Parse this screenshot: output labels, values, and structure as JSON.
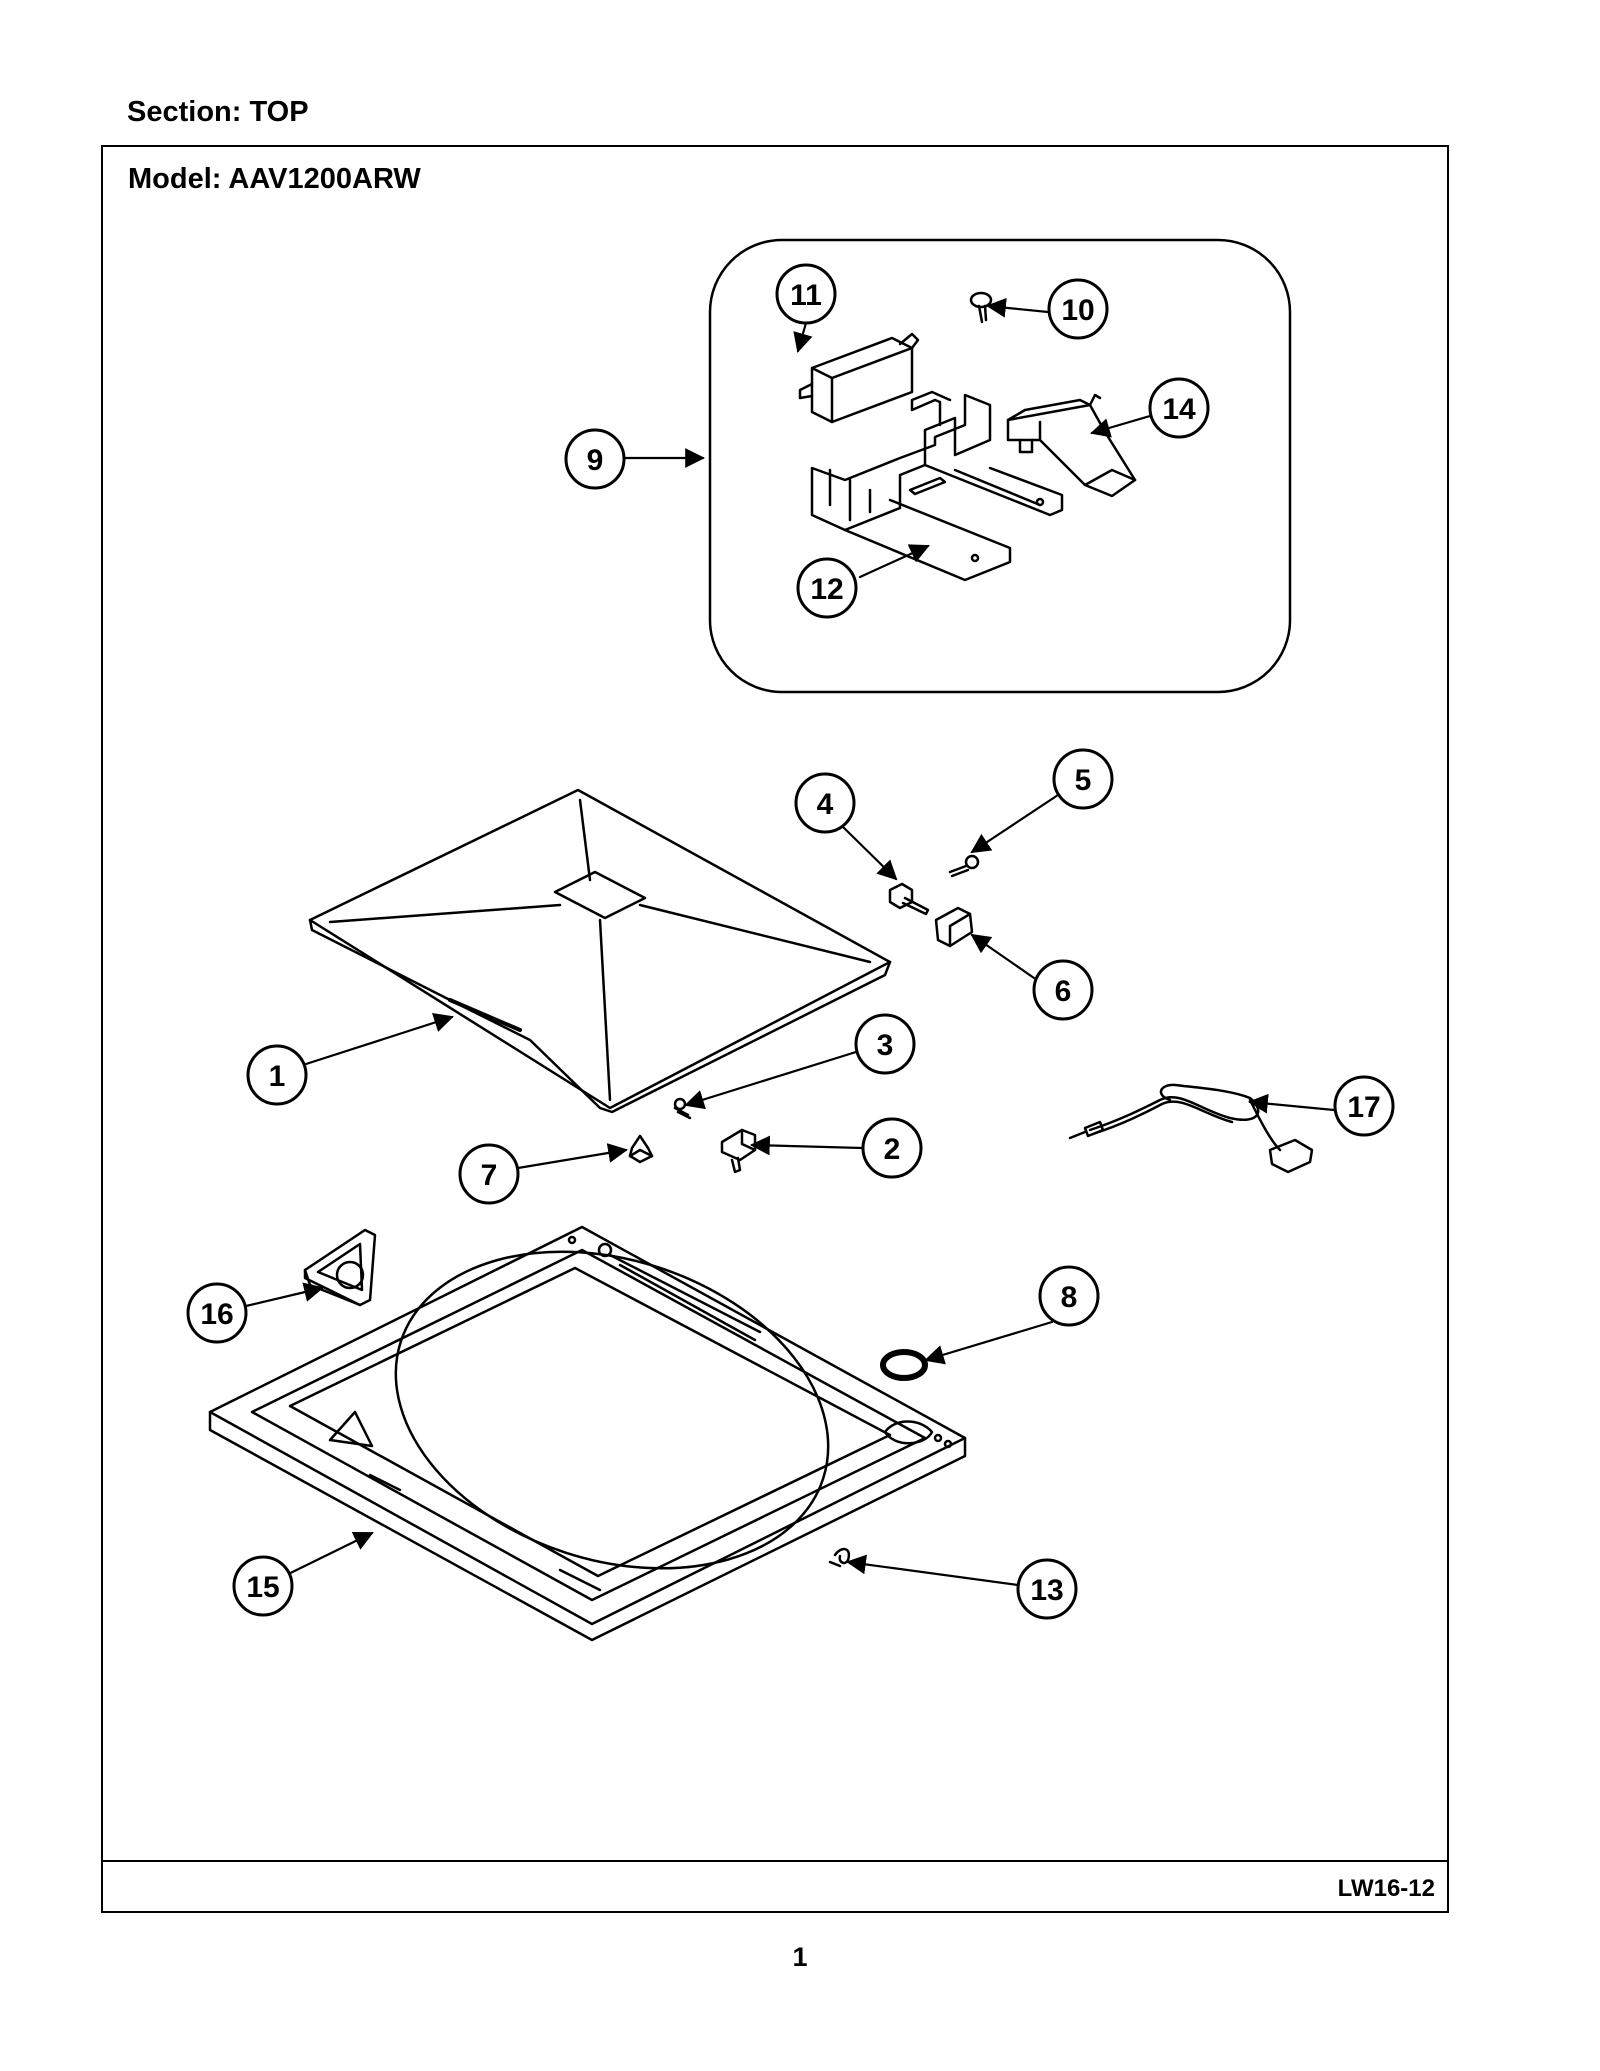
{
  "header": {
    "section": "Section:  TOP"
  },
  "frame": {
    "model": "Model:  AAV1200ARW",
    "doc_code": "LW16-12"
  },
  "footer": {
    "page_number": "1"
  },
  "callouts": [
    {
      "id": "c1",
      "label": "1"
    },
    {
      "id": "c2",
      "label": "2"
    },
    {
      "id": "c3",
      "label": "3"
    },
    {
      "id": "c4",
      "label": "4"
    },
    {
      "id": "c5",
      "label": "5"
    },
    {
      "id": "c6",
      "label": "6"
    },
    {
      "id": "c7",
      "label": "7"
    },
    {
      "id": "c8",
      "label": "8"
    },
    {
      "id": "c9",
      "label": "9"
    },
    {
      "id": "c10",
      "label": "10"
    },
    {
      "id": "c11",
      "label": "11"
    },
    {
      "id": "c12",
      "label": "12"
    },
    {
      "id": "c13",
      "label": "13"
    },
    {
      "id": "c14",
      "label": "14"
    },
    {
      "id": "c15",
      "label": "15"
    },
    {
      "id": "c16",
      "label": "16"
    },
    {
      "id": "c17",
      "label": "17"
    }
  ],
  "colors": {
    "ink": "#000000",
    "paper": "#ffffff"
  }
}
